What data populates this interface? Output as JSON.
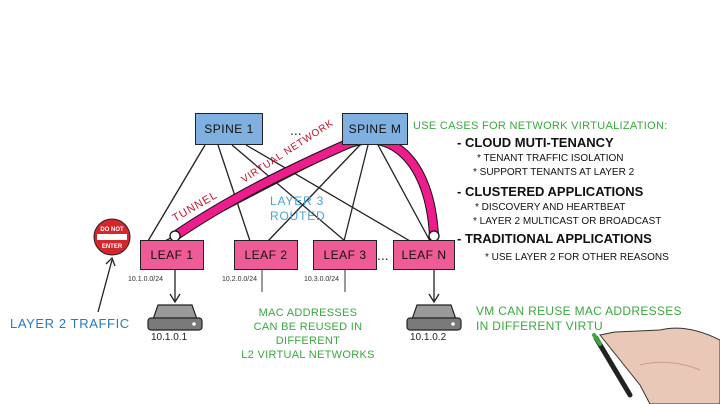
{
  "network": {
    "spines": [
      {
        "label": "SPINE 1"
      },
      {
        "label": "SPINE M"
      }
    ],
    "leaves": [
      {
        "label": "LEAF 1",
        "subnet": "10.1.0.0/24"
      },
      {
        "label": "LEAF 2",
        "subnet": "10.2.0.0/24"
      },
      {
        "label": "LEAF 3",
        "subnet": "10.3.0.0/24"
      },
      {
        "label": "LEAF N"
      }
    ],
    "ellipsis": "...",
    "hosts": [
      {
        "ip": "10.1.0.1"
      },
      {
        "ip": "10.1.0.2"
      }
    ],
    "tunnel_label": "TUNNEL",
    "virtual_network_label": "VIRTUAL NETWORK",
    "layer3_line1": "LAYER 3",
    "layer3_line2": "ROUTED",
    "stop_sign": {
      "line1": "DO NOT",
      "line2": "ENTER"
    },
    "layer2_traffic_label": "LAYER 2 TRAFFIC",
    "mac_note": [
      "MAC ADDRESSES",
      "CAN BE REUSED IN DIFFERENT",
      "L2 VIRTUAL NETWORKS"
    ],
    "vm_note": [
      "VM CAN REUSE MAC ADDRESSES",
      "IN DIFFERENT VIRTU"
    ]
  },
  "use_cases": {
    "heading": "USE CASES FOR NETWORK VIRTUALIZATION:",
    "items": [
      {
        "title": "- CLOUD MUTI-TENANCY",
        "subs": [
          "* TENANT TRAFFIC ISOLATION",
          "* SUPPORT TENANTS AT LAYER 2"
        ]
      },
      {
        "title": "- CLUSTERED APPLICATIONS",
        "subs": [
          "* DISCOVERY AND HEARTBEAT",
          "* LAYER 2 MULTICAST OR BROADCAST"
        ]
      },
      {
        "title": "- TRADITIONAL APPLICATIONS",
        "subs": [
          "* USE LAYER 2 FOR OTHER REASONS"
        ]
      }
    ]
  },
  "colors": {
    "spine": "#7fb0df",
    "leaf": "#ee5b96",
    "tunnel": "#ee1c8c",
    "green_text": "#3aa83f",
    "blue_text": "#4aa3d8",
    "red_text": "#c8102e",
    "stop_red": "#d7262b"
  },
  "hand_with_marker": "hand-drawing-icon"
}
